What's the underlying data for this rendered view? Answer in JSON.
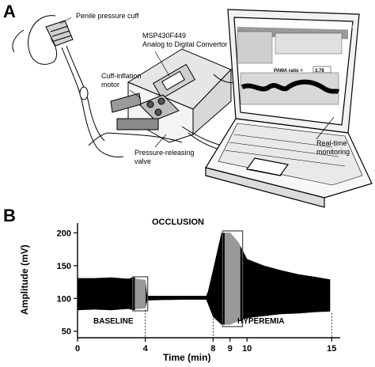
{
  "panel_a": {
    "letter": "A",
    "labels": {
      "cuff": "Penile pressure cuff",
      "msp": "MSP430F449",
      "adc": "Analog to Digital Convertor",
      "motor_1": "Cuff-inflation",
      "motor_2": "motor",
      "valve_1": "Pressure-releasing",
      "valve_2": "valve",
      "monitor_1": "Real-time",
      "monitor_2": "monitoring"
    },
    "screen": {
      "title": "Penile Arterial Waveform Analyzer (PAWA)",
      "pawa_label": "PAWA ratio =",
      "pawa_value": "3.78"
    }
  },
  "panel_b": {
    "letter": "B",
    "ylabel": "Amplitude (mV)",
    "xlabel": "Time (min)",
    "y_ticks": [
      "50",
      "100",
      "150",
      "200"
    ],
    "x_ticks": [
      "0",
      "4",
      "8",
      "9",
      "10",
      "15"
    ],
    "annotations": {
      "occlusion": "OCCLUSION",
      "baseline": "BASELINE",
      "hyperemia": "HYPEREMIA"
    }
  },
  "chart_data": {
    "type": "area",
    "xlabel": "Time (min)",
    "ylabel": "Amplitude (mV)",
    "xlim": [
      0,
      15.5
    ],
    "ylim": [
      40,
      215
    ],
    "x_ticks": [
      0,
      4,
      8,
      9,
      10,
      15
    ],
    "y_ticks": [
      50,
      100,
      150,
      200
    ],
    "grid": false,
    "envelope": {
      "x": [
        0,
        1,
        2,
        3,
        3.35,
        3.4,
        4,
        4.1,
        6,
        7.6,
        7.7,
        8,
        8.5,
        9,
        9.5,
        10,
        11,
        12,
        13,
        14,
        14.9
      ],
      "upper": [
        131,
        131,
        132,
        130,
        133,
        130,
        128,
        104,
        104,
        104,
        110,
        143,
        200,
        200,
        185,
        160,
        150,
        143,
        137,
        133,
        129
      ],
      "lower": [
        82,
        83,
        82,
        84,
        82,
        84,
        85,
        97,
        98,
        98,
        92,
        72,
        60,
        60,
        66,
        70,
        73,
        76,
        77,
        79,
        80
      ]
    },
    "highlight_windows": [
      [
        3.4,
        4.0
      ],
      [
        8.7,
        9.6
      ]
    ]
  }
}
